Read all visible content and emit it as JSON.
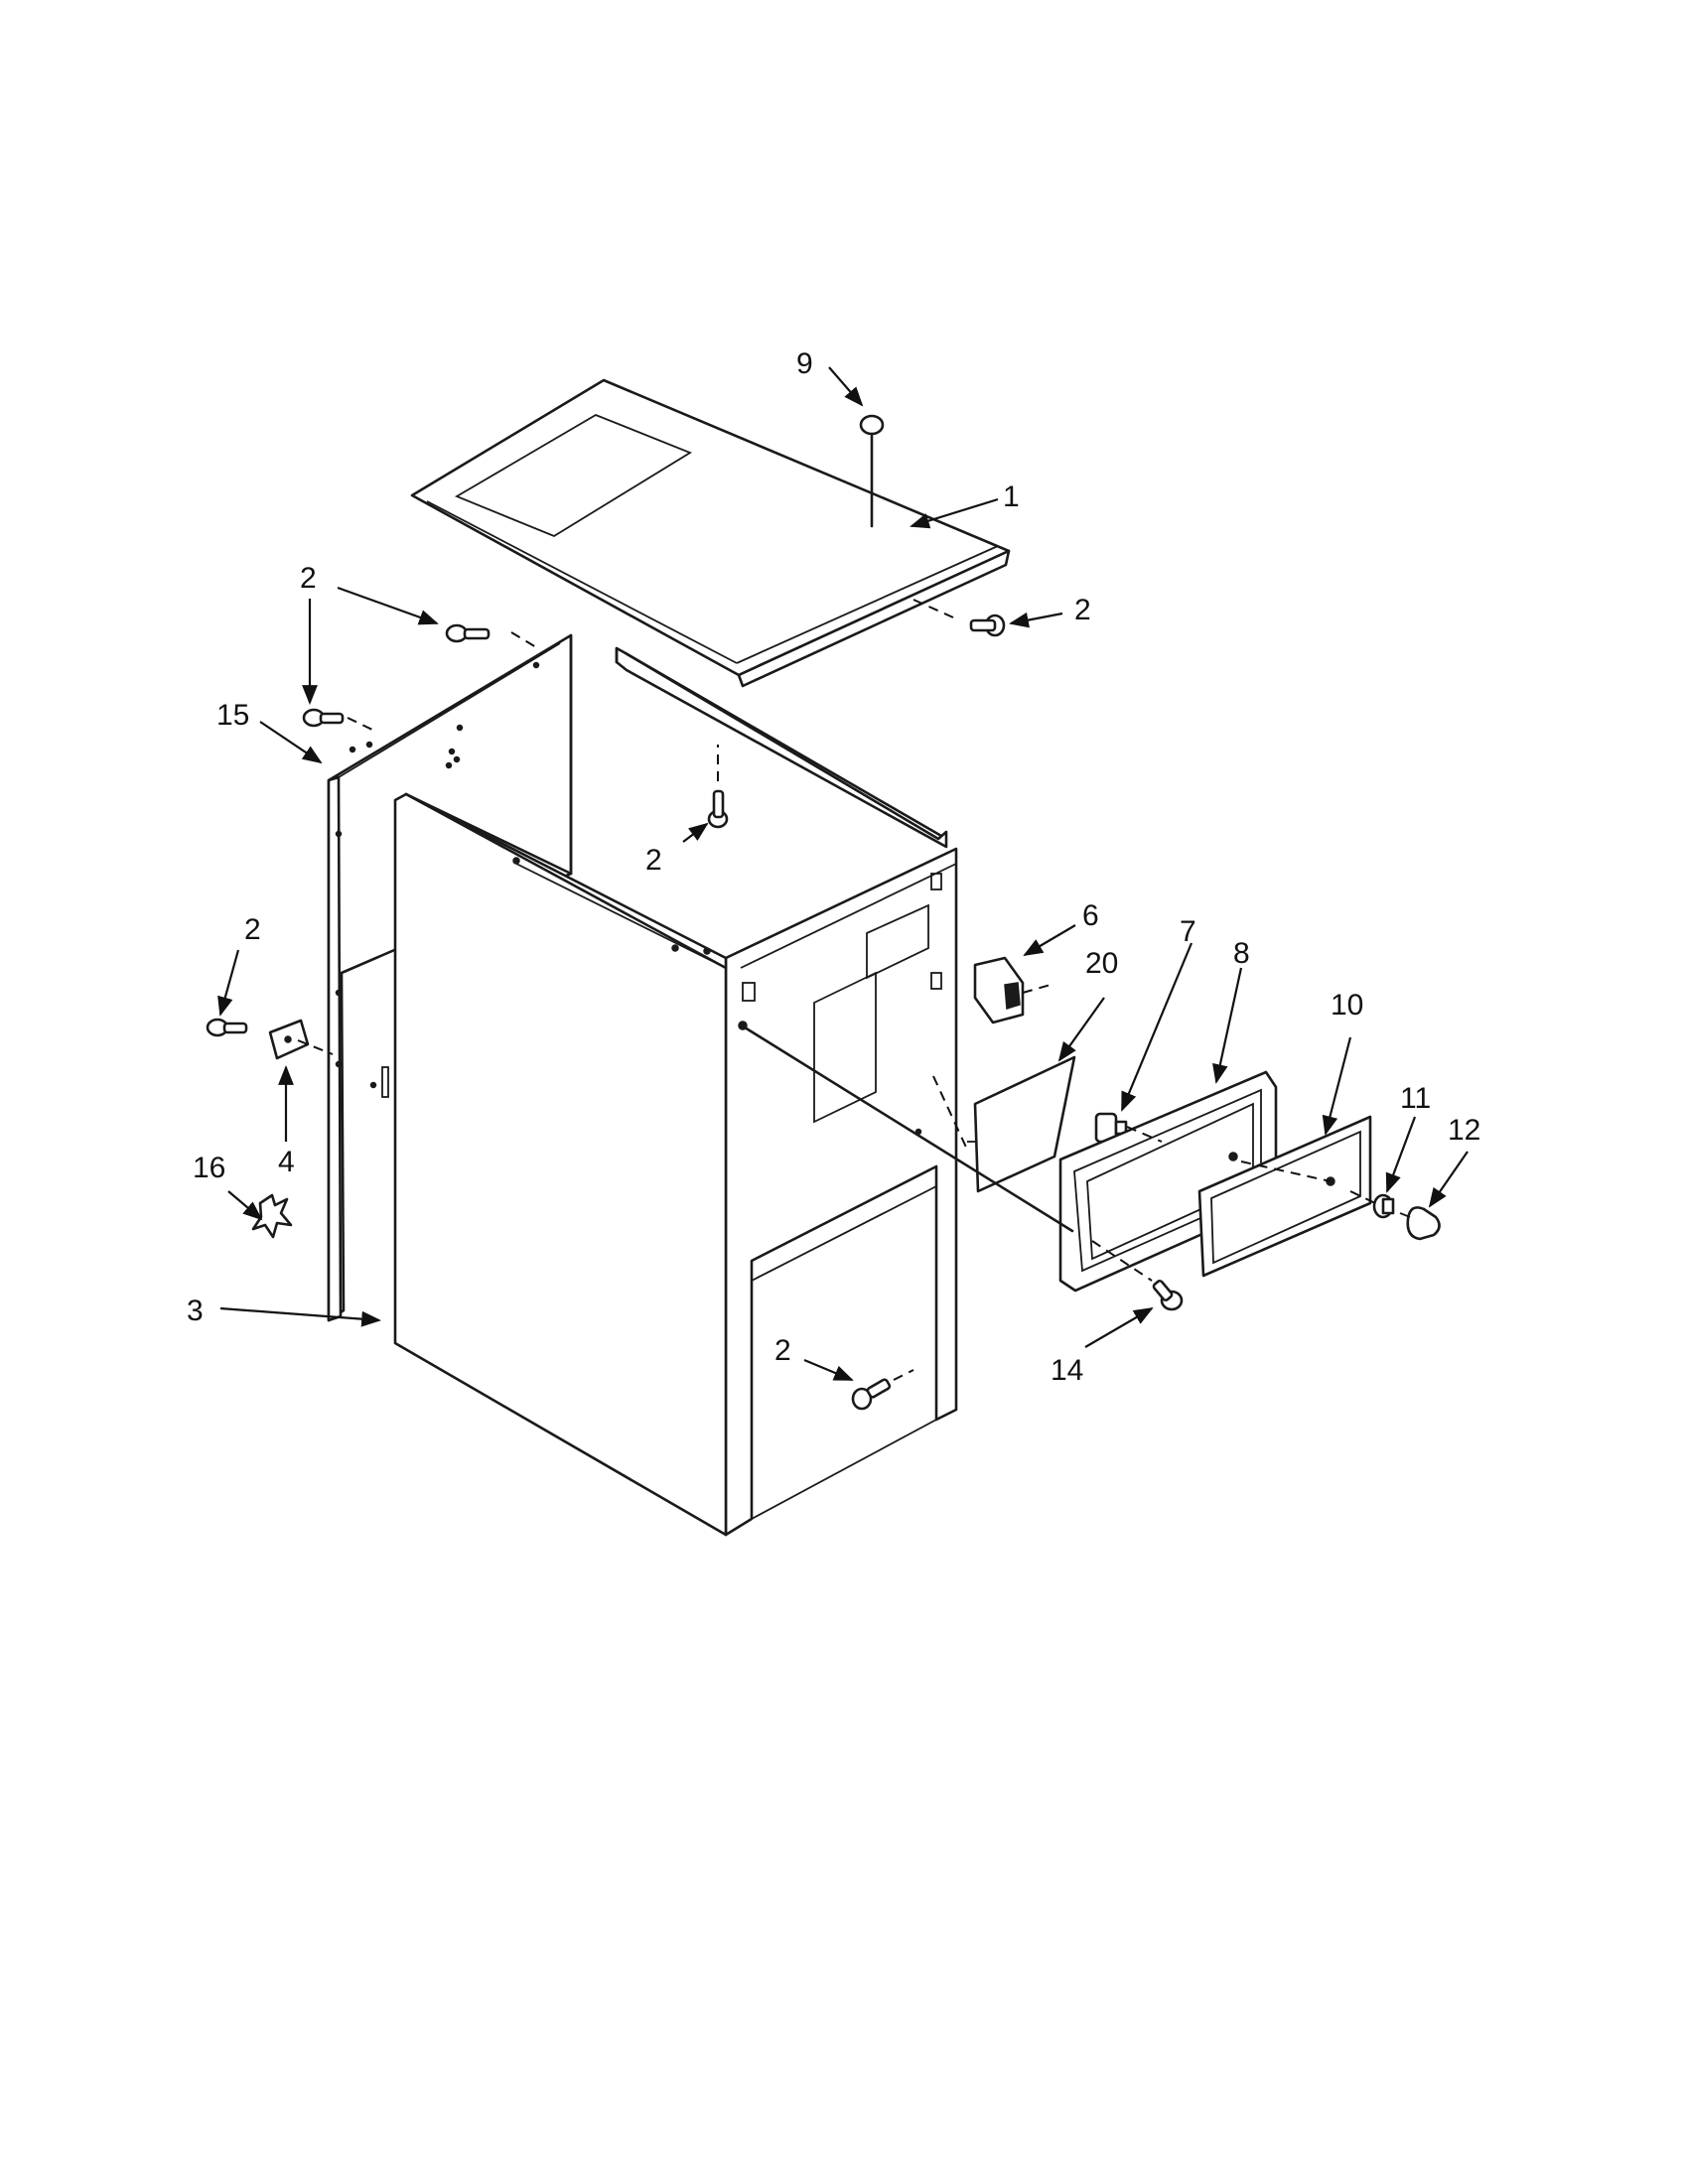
{
  "callouts": [
    {
      "id": "c9",
      "text": "9"
    },
    {
      "id": "c1",
      "text": "1"
    },
    {
      "id": "c2a",
      "text": "2"
    },
    {
      "id": "c2b",
      "text": "2"
    },
    {
      "id": "c2c",
      "text": "2"
    },
    {
      "id": "c15",
      "text": "15"
    },
    {
      "id": "c2d",
      "text": "2"
    },
    {
      "id": "c2e",
      "text": "2"
    },
    {
      "id": "c6",
      "text": "6"
    },
    {
      "id": "c7",
      "text": "7"
    },
    {
      "id": "c8",
      "text": "8"
    },
    {
      "id": "c20",
      "text": "20"
    },
    {
      "id": "c10",
      "text": "10"
    },
    {
      "id": "c4",
      "text": "4"
    },
    {
      "id": "c11",
      "text": "11"
    },
    {
      "id": "c12",
      "text": "12"
    },
    {
      "id": "c16",
      "text": "16"
    },
    {
      "id": "c3",
      "text": "3"
    },
    {
      "id": "c2f",
      "text": "2"
    },
    {
      "id": "c14",
      "text": "14"
    }
  ]
}
